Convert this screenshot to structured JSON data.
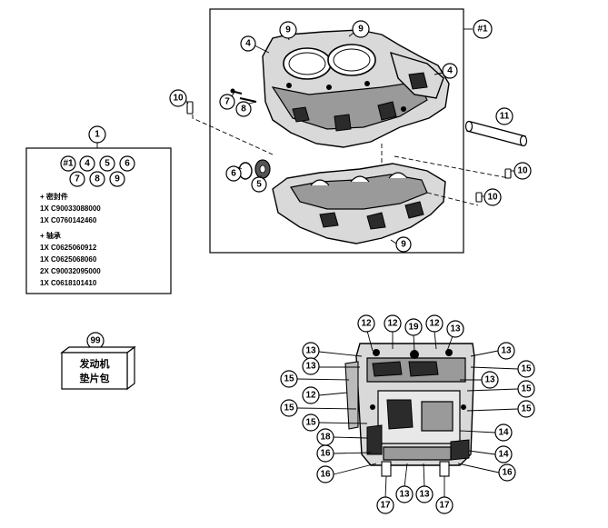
{
  "group_label": "#1",
  "kit_box": {
    "callout": "1",
    "refs": [
      "#1",
      "4",
      "5",
      "6",
      "7",
      "8",
      "9"
    ],
    "sections": [
      {
        "title": "+ 密封件",
        "lines": [
          "1X C90033088000",
          "1X C0760142460"
        ]
      },
      {
        "title": "+ 轴承",
        "lines": [
          "1X C0625060912",
          "1X C0625068060",
          "2X C90032095000",
          "1X C0618101410"
        ]
      }
    ]
  },
  "gasket_pack": {
    "callout": "99",
    "line1": "发动机",
    "line2": "垫片包"
  },
  "callouts_top": [
    "9",
    "9",
    "4",
    "4",
    "7",
    "8",
    "10",
    "11",
    "6",
    "5",
    "10",
    "10",
    "9"
  ],
  "callouts_bottom": [
    "12",
    "12",
    "19",
    "12",
    "13",
    "13",
    "13",
    "13",
    "15",
    "13",
    "15",
    "12",
    "15",
    "15",
    "15",
    "15",
    "14",
    "18",
    "16",
    "14",
    "16",
    "16",
    "17",
    "13",
    "13",
    "17"
  ]
}
